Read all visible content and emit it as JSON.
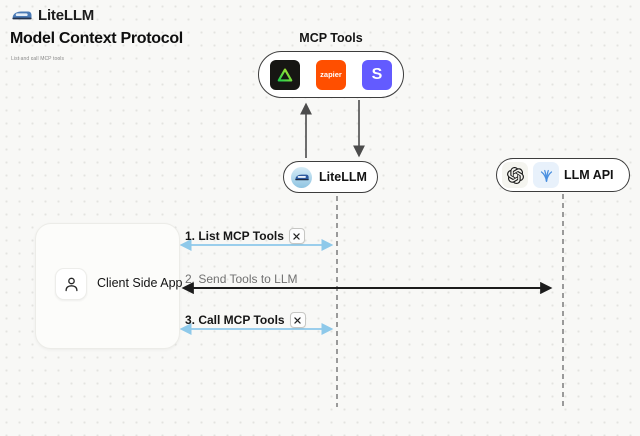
{
  "header": {
    "brand": "LiteLLM",
    "title": "Model Context Protocol",
    "subtitle": "List and call MCP tools"
  },
  "mcp": {
    "label": "MCP Tools",
    "tools": [
      {
        "name": "green-triangle-tool",
        "label": ""
      },
      {
        "name": "zapier",
        "label": "zapier"
      },
      {
        "name": "stripe",
        "label": "S"
      }
    ]
  },
  "nodes": {
    "litellm": {
      "label": "LiteLLM"
    },
    "llm_api": {
      "label": "LLM API"
    },
    "client": {
      "label": "Client Side App"
    }
  },
  "flows": [
    {
      "step": "1. List MCP Tools",
      "tools_badge": true,
      "arrow_color": "#8ec9ea"
    },
    {
      "step": "2. Send Tools to LLM",
      "tools_badge": false,
      "arrow_color": "#1c1c1c"
    },
    {
      "step": "3. Call MCP Tools",
      "tools_badge": true,
      "arrow_color": "#8ec9ea"
    }
  ],
  "icons": {
    "brand_logo": "train-icon",
    "client": "person-icon",
    "providers": [
      "openai-icon",
      "blue-feather-icon"
    ],
    "flow_badge": "crossed-tools-icon"
  },
  "colors": {
    "background": "#f8f8f6",
    "pill_border": "#3d3d3d",
    "accent_blue_arrow": "#8ec9ea",
    "black_arrow": "#1c1c1c",
    "dashed_lifeline": "#9a9a9a",
    "zapier_orange": "#ff4f00",
    "stripe_purple": "#635bff"
  }
}
